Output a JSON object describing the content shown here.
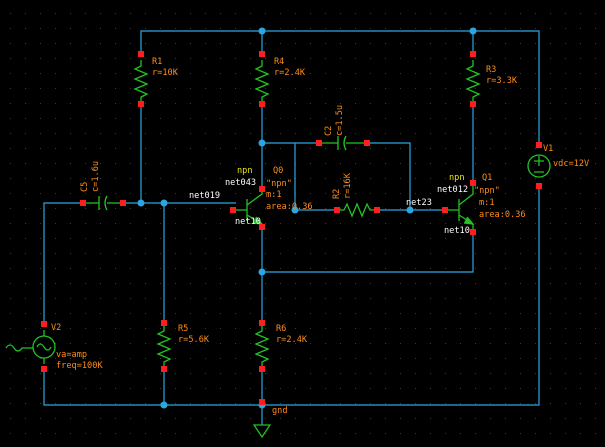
{
  "colors": {
    "background": "#000000",
    "wire": "#2aa7e0",
    "symbol": "#22c322",
    "pin": "#ff1e1e",
    "label_orange": "#ff8c1a",
    "label_yellow": "#e6e600",
    "net_label": "#ffffff"
  },
  "components": {
    "R1": {
      "name": "R1",
      "value": "r=10K"
    },
    "R4": {
      "name": "R4",
      "value": "r=2.4K"
    },
    "R3": {
      "name": "R3",
      "value": "r=3.3K"
    },
    "R5": {
      "name": "R5",
      "value": "r=5.6K"
    },
    "R6": {
      "name": "R6",
      "value": "r=2.4K"
    },
    "R2": {
      "name": "R2",
      "value": "r=16K"
    },
    "C2": {
      "name": "C2",
      "value": "c=1.5u"
    },
    "C5": {
      "name": "C5",
      "value": "c=1.6u"
    },
    "Q0": {
      "name": "Q0",
      "type": "npn",
      "model": "\"npn\"",
      "multiplier": "m:1",
      "area": "area:0.36"
    },
    "Q1": {
      "name": "Q1",
      "type": "npn",
      "model": "\"npn\"",
      "multiplier": "m:1",
      "area": "area:0.36"
    },
    "V1": {
      "name": "V1",
      "value": "vdc=12V"
    },
    "V2": {
      "name": "V2",
      "value1": "va=amp",
      "value2": "freq=100K"
    }
  },
  "nets": {
    "net019": "net019",
    "net043": "net043",
    "net012": "net012",
    "net23": "net23",
    "net10_a": "net10",
    "net10_b": "net10",
    "gnd": "gnd"
  }
}
